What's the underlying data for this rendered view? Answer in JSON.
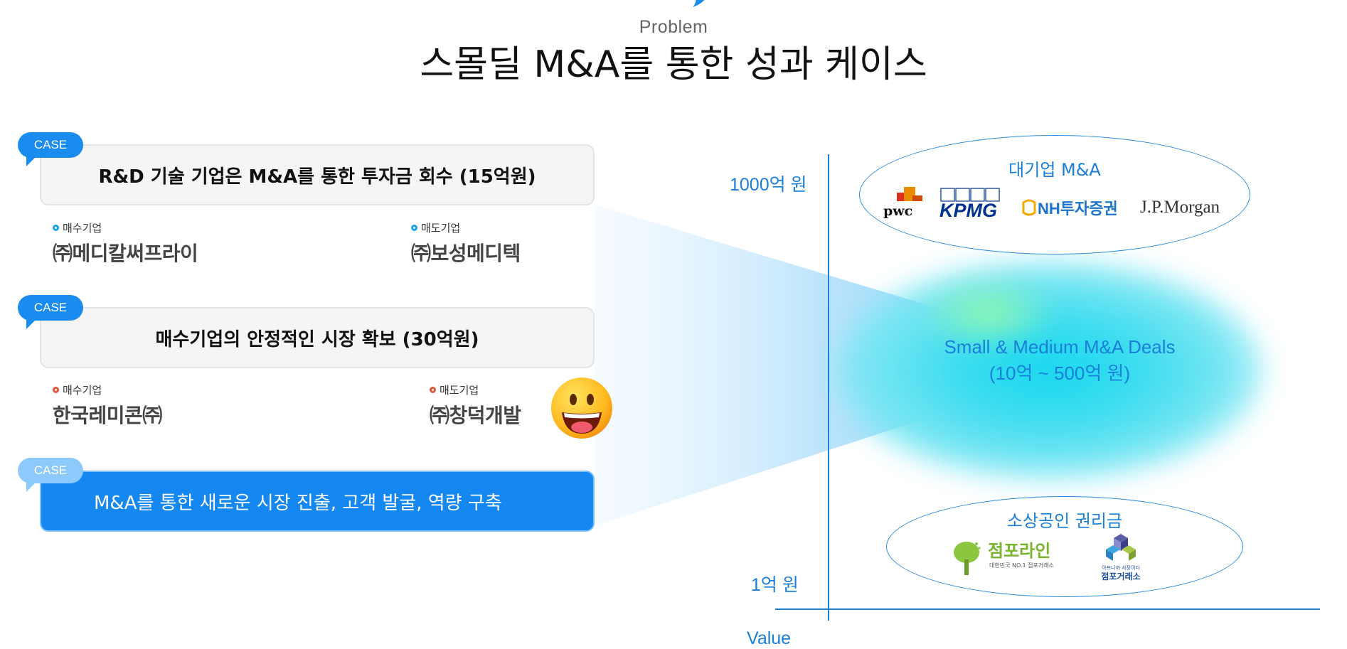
{
  "header": {
    "eyebrow": "Problem",
    "title": "스몰딜 M&A를 통한 성과 케이스"
  },
  "cases": [
    {
      "tag": "CASE",
      "headline": "R&D 기술 기업은 M&A를 통한 투자금 회수 (15억원)",
      "buyer": {
        "role": "매수기업",
        "name": "㈜메디칼써프라이"
      },
      "seller": {
        "role": "매도기업",
        "name": "㈜보성메디텍"
      }
    },
    {
      "tag": "CASE",
      "headline": "매수기업의 안정적인 시장 확보 (30억원)",
      "buyer": {
        "role": "매수기업",
        "name": "한국레미콘㈜"
      },
      "seller": {
        "role": "매도기업",
        "name": "㈜창덕개발"
      }
    },
    {
      "tag": "CASE",
      "headline": "M&A를 통한 새로운 시장 진출, 고객 발굴, 역량 구축"
    }
  ],
  "chart": {
    "y_top_label": "1000억 원",
    "y_bottom_label": "1억 원",
    "x_label": "Value",
    "large": {
      "title": "대기업 M&A",
      "logos": [
        "pwc",
        "KPMG",
        "NH투자증권",
        "J.P.Morgan"
      ]
    },
    "middle": {
      "line1": "Small & Medium M&A Deals",
      "line2": "(10억 ~ 500억 원)"
    },
    "small": {
      "title": "소상공인 권리금",
      "logo1_name": "점포라인",
      "logo1_sub": "대한민국 NO.1 점포거래소",
      "logo2_tagline": "아프니까 사장이다",
      "logo2_name": "점포거래소"
    }
  },
  "colors": {
    "accent": "#1a7fd8",
    "case_blue": "#1488f0",
    "glow": "#18d8ee"
  },
  "icons": {
    "top": "location-pin-icon",
    "emoji": "grinning-face-icon"
  }
}
